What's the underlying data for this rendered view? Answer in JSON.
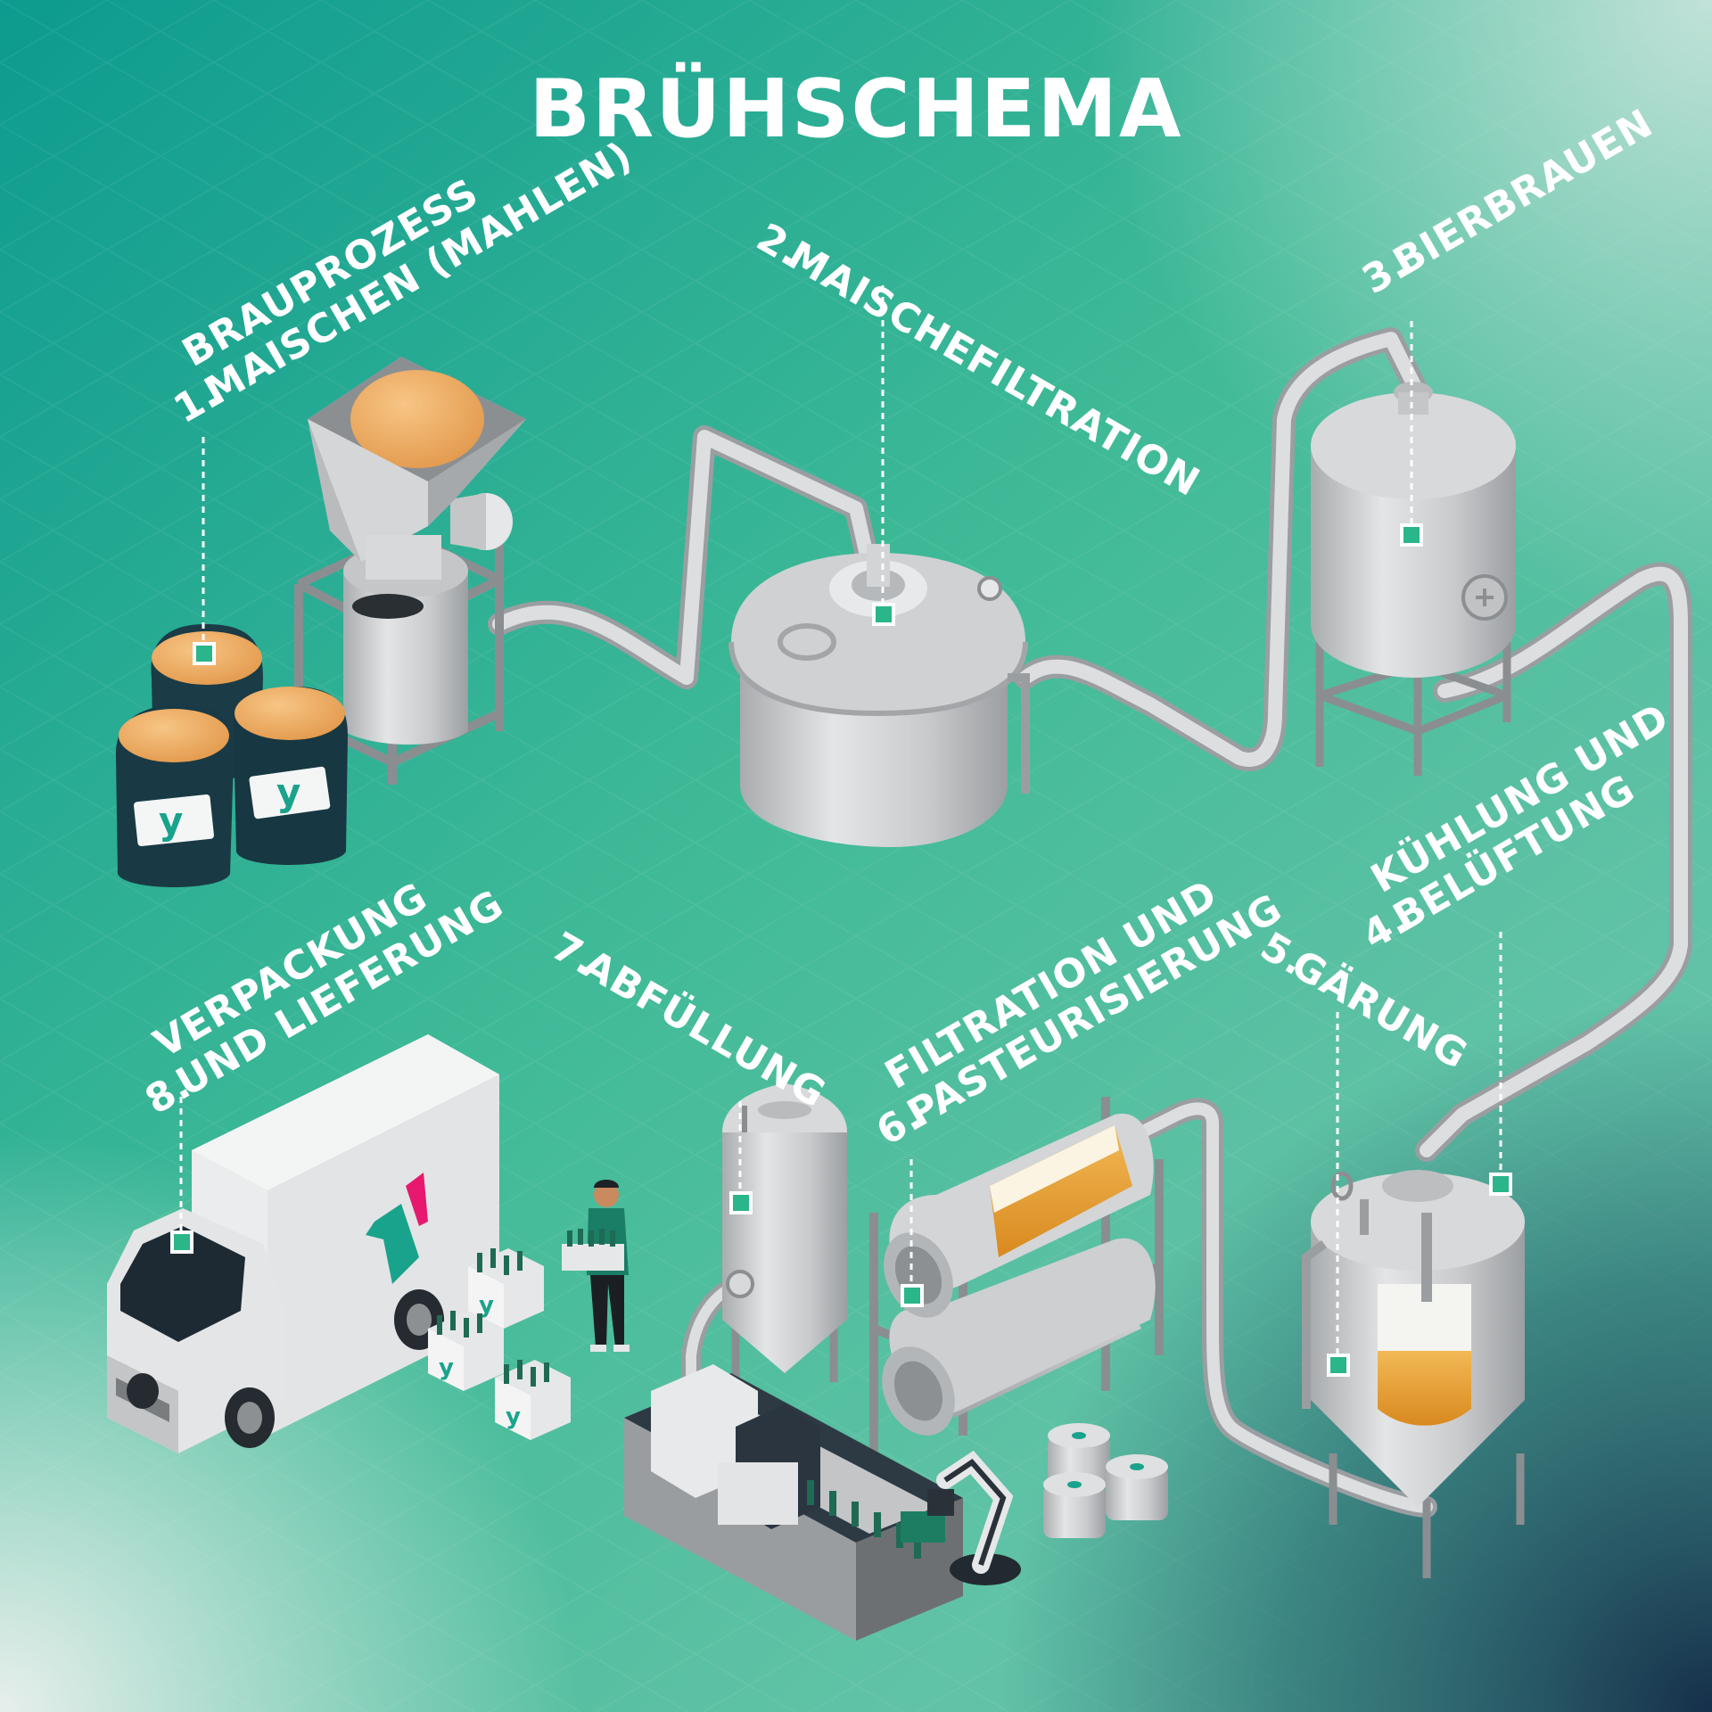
{
  "title": "BRÜHSCHEMA",
  "steps": [
    {
      "num": "1.",
      "line1": "BRAUPROZESS",
      "line2": "MAISCHEN (MAHLEN)"
    },
    {
      "num": "2.",
      "line1": "MAISCHEFILTRATION",
      "line2": ""
    },
    {
      "num": "3.",
      "line1": "BIERBRAUEN",
      "line2": ""
    },
    {
      "num": "4.",
      "line1": "KÜHLUNG UND",
      "line2": "BELÜFTUNG"
    },
    {
      "num": "5.",
      "line1": "GÄRUNG",
      "line2": ""
    },
    {
      "num": "6.",
      "line1": "FILTRATION UND",
      "line2": "PASTEURISIERUNG"
    },
    {
      "num": "7.",
      "line1": "ABFÜLLUNG",
      "line2": ""
    },
    {
      "num": "8.",
      "line1": "VERPACKUNG",
      "line2": "UND LIEFERUNG"
    }
  ],
  "colors": {
    "background_top": "#0e9e93",
    "background_mid": "#3fb896",
    "background_corner_light": "#dce8e4",
    "background_corner_dark": "#1b3650",
    "marker": "#2bb58a",
    "steel": "#c9cbcd",
    "steel_dark": "#9ea1a4",
    "beer": "#e8a23a",
    "grain": "#f0b169",
    "sack": "#193a45",
    "brand_teal": "#1aa38c",
    "brand_pink": "#e6196e"
  },
  "icons": [
    "grain-mill",
    "sacks",
    "mash-tun",
    "brew-kettle",
    "fermentation-tank",
    "filter-tanks",
    "kegs",
    "bottling-tank",
    "conveyor",
    "robot-arm",
    "truck",
    "worker",
    "bottle-crates",
    "pipe"
  ]
}
